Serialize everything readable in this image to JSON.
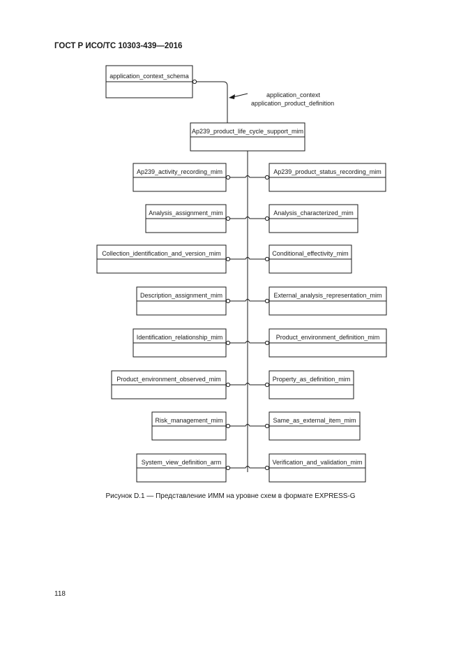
{
  "header": {
    "standard": "ГОСТ Р ИСО/ТС 10303-439—2016"
  },
  "diagram": {
    "root_schema": "application_context_schema",
    "reference_labels": [
      "application_context",
      "application_product_definition"
    ],
    "main_schema": "Ap239_product_life_cycle_support_mim",
    "left_schemas": [
      "Ap239_activity_recording_mim",
      "Analysis_assignment_mim",
      "Collection_identification_and_version_mim",
      "Description_assignment_mim",
      "Identification_relationship_mim",
      "Product_environment_observed_mim",
      "Risk_management_mim",
      "System_view_definition_arm"
    ],
    "right_schemas": [
      "Ap239_product_status_recording_mim",
      "Analysis_characterized_mim",
      "Conditional_effectivity_mim",
      "External_analysis_representation_mim",
      "Product_environment_definition_mim",
      "Property_as_definition_mim",
      "Same_as_external_item_mim",
      "Verification_and_validation_mim"
    ]
  },
  "caption": "Рисунок D.1 — Представление ИММ на уровне схем в формате EXPRESS-G",
  "page_number": "118"
}
